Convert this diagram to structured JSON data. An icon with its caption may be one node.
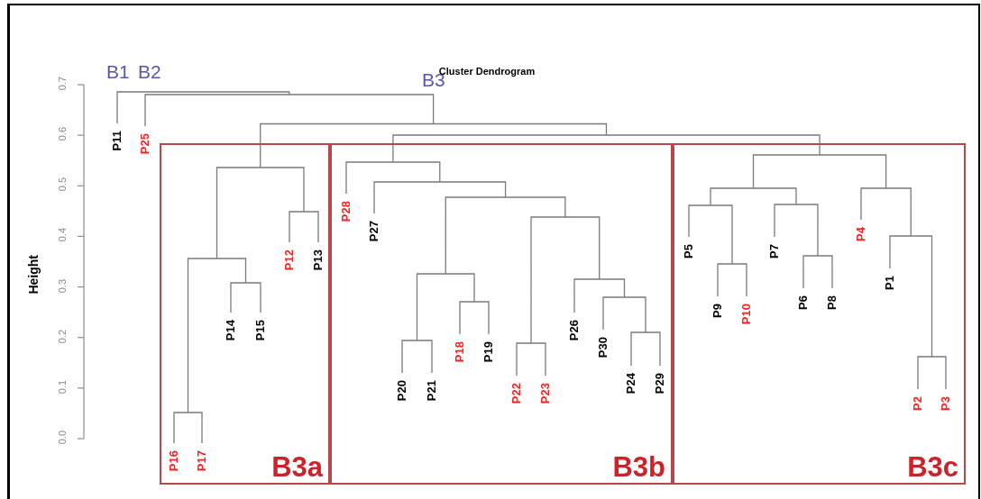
{
  "diagram": {
    "title": "Cluster Dendrogram",
    "nodes": [
      {
        "text": [
          "B3a"
        ]
      },
      {
        "text": [
          "B3b"
        ]
      },
      {
        "text": [
          "B3c"
        ]
      }
    ],
    "labels": [
      "0.7",
      "0.6",
      "0.5",
      "0.4",
      "0.3",
      "0.2",
      "0.1",
      "0.0",
      "Height",
      "B1",
      "B2",
      "B3",
      "P11",
      "P25",
      "P16",
      "P17",
      "P14",
      "P15",
      "P12",
      "P13",
      "P28",
      "P27",
      "P20",
      "P21",
      "P18",
      "P19",
      "P22",
      "P23",
      "P26",
      "P30",
      "P24",
      "P29",
      "P5",
      "P9",
      "P10",
      "P7",
      "P6",
      "P8",
      "P4",
      "P1",
      "P2",
      "P3"
    ]
  }
}
